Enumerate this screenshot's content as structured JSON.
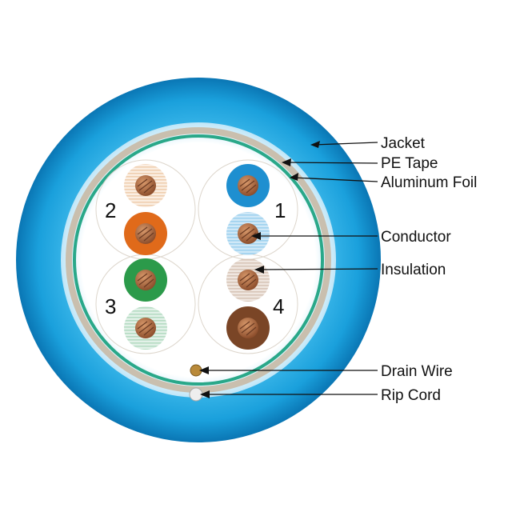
{
  "diagram": {
    "callouts": {
      "jacket": "Jacket",
      "pe_tape": "PE Tape",
      "aluminum_foil": "Aluminum Foil",
      "conductor": "Conductor",
      "insulation": "Insulation",
      "drain_wire": "Drain Wire",
      "rip_cord": "Rip Cord"
    },
    "pairs": {
      "p1": "1",
      "p2": "2",
      "p3": "3",
      "p4": "4"
    },
    "colors": {
      "jacket_outer": "#0a7fc0",
      "jacket_mid": "#1ea6e0",
      "jacket_inner": "#7fd0f3",
      "filler": "#ffffff",
      "pe_tape": "#c9bfae",
      "aluminum_foil": "#2aa889",
      "copper": "#b8704a",
      "copper_dark": "#6a3a22",
      "blue": "#1e8fd0",
      "blue_stripe": "#cfe8f7",
      "orange": "#e06a1a",
      "orange_stripe": "#f6e2d0",
      "green": "#2b9a4a",
      "green_stripe": "#d6ece0",
      "brown": "#7a4526",
      "brown_stripe": "#e6d9cf",
      "drain_wire": "#b98a3a",
      "rip_cord": "#e6e6e6"
    }
  }
}
